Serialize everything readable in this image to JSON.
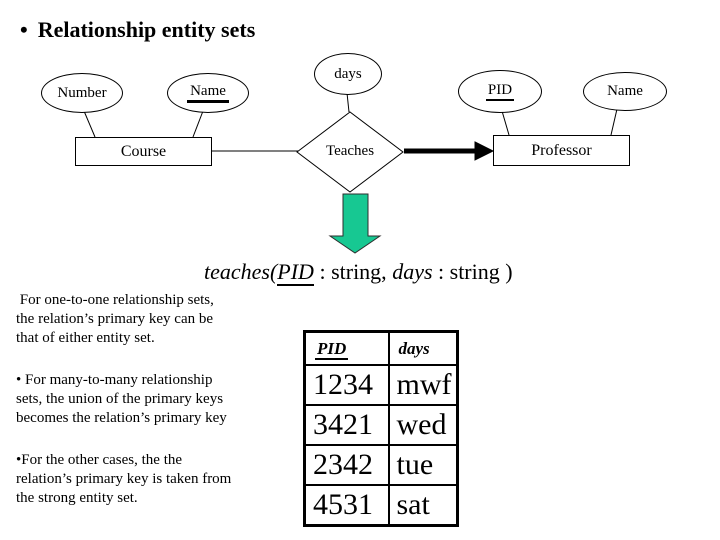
{
  "slide": {
    "bullet": "•",
    "title": "Relationship entity sets"
  },
  "diagram": {
    "attr_number": "Number",
    "attr_name_course": "Name",
    "attr_days": "days",
    "attr_pid": "PID",
    "attr_name_professor": "Name",
    "entity_course": "Course",
    "entity_professor": "Professor",
    "relationship_teaches": "Teaches"
  },
  "formula": {
    "name": "teaches(",
    "pid": "PID",
    "sep1": " : string, ",
    "days": "days",
    "sep2": " : string )"
  },
  "notes": {
    "p1": [
      " For one-to-one relationship sets,",
      "the relation’s primary key can be",
      "that of either entity set."
    ],
    "p2": [
      "• For many-to-many relationship",
      "sets, the union of the primary keys",
      "becomes the relation’s primary key"
    ],
    "p3": [
      "•For the other cases, the the",
      "relation’s primary key is taken from",
      "the strong entity set."
    ]
  },
  "table": {
    "headers": [
      "PID",
      "days"
    ],
    "rows": [
      [
        "1234",
        "mwf"
      ],
      [
        "3421",
        "wed"
      ],
      [
        "2342",
        "tue"
      ],
      [
        "4531",
        "sat"
      ]
    ]
  },
  "colors": {
    "arrow_fill": "#17c892",
    "line": "#000000"
  }
}
